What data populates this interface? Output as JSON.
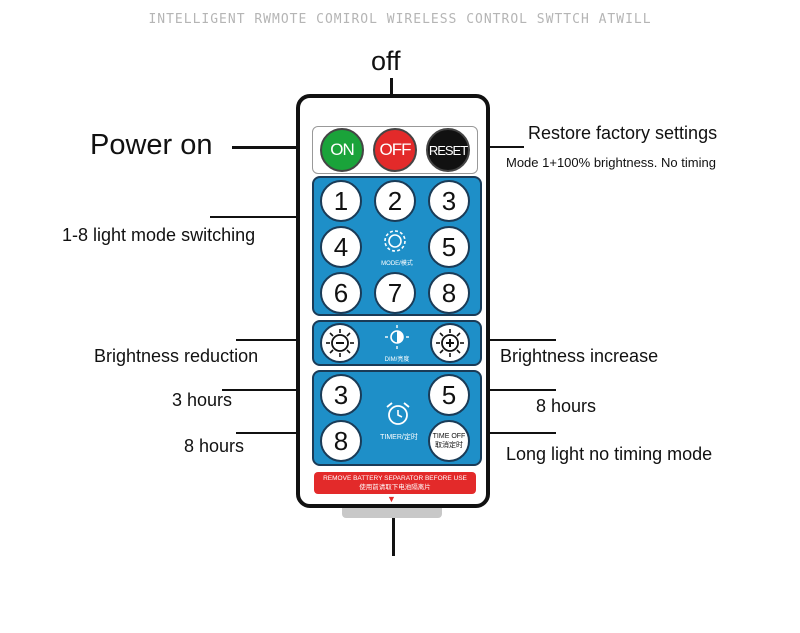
{
  "header": "INTELLIGENT RWMOTE COMIROL WIRELESS CONTROL SWTTCH ATWILL",
  "labels": {
    "off": "off",
    "power_on": "Power on",
    "restore": "Restore factory settings",
    "restore_sub": "Mode 1+100% brightness. No timing",
    "mode_switch": "1-8 light mode switching",
    "brightness_down": "Brightness reduction",
    "brightness_up": "Brightness increase",
    "three_hours": "3 hours",
    "eight_hours_right": "8 hours",
    "eight_hours_left": "8 hours",
    "long_light": "Long light no timing mode"
  },
  "remote": {
    "on": "ON",
    "off": "OFF",
    "reset": "RESET",
    "mode_buttons": [
      "1",
      "2",
      "3",
      "4",
      "5",
      "6",
      "7",
      "8"
    ],
    "mode_caption": "MODE/模式",
    "dim_caption": "DIM/亮度",
    "timer_buttons": [
      "3",
      "5",
      "8"
    ],
    "timer_caption": "TIMER/定时",
    "time_off_line1": "TIME OFF",
    "time_off_line2": "取消定时",
    "banner_line1": "REMOVE BATTERY SEPARATOR BEFORE USE",
    "banner_line2": "使用前请取下电池隔离片",
    "banner_arrow": "▼"
  },
  "colors": {
    "panel": "#1e8fc8",
    "on": "#1aa33a",
    "off": "#e32a2a",
    "reset": "#111111"
  }
}
